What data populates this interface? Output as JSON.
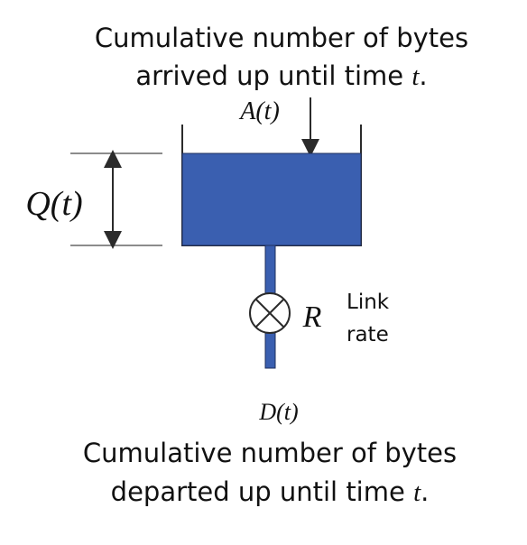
{
  "top_caption": {
    "line1": "Cumulative number of bytes",
    "line2_prefix": "arrived up until time ",
    "line2_var": "t",
    "line2_suffix": "."
  },
  "arrival_label": "A(t)",
  "queue_label": "Q(t)",
  "rate_symbol": "R",
  "link_rate_label": {
    "line1": "Link",
    "line2": "rate"
  },
  "departure_label": "D(t)",
  "bottom_caption": {
    "line1": "Cumulative number of bytes",
    "line2_prefix": "departed up until time ",
    "line2_var": "t",
    "line2_suffix": "."
  },
  "colors": {
    "fill": "#3a5fb0",
    "stroke": "#1f2f5c",
    "line": "#2b2b2b",
    "text": "#111111"
  }
}
